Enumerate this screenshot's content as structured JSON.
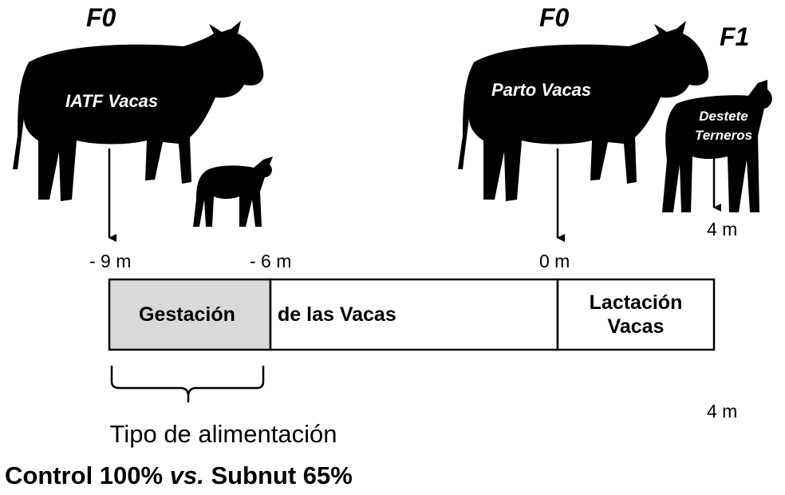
{
  "generations": {
    "left_f0": "F0",
    "right_f0": "F0",
    "right_f1": "F1"
  },
  "events": {
    "iatf": "IATF Vacas",
    "parto": "Parto Vacas",
    "destete_line1": "Destete",
    "destete_line2": "Terneros"
  },
  "ticks": {
    "minus9": "- 9 m",
    "minus6": "- 6 m",
    "zero": "0 m",
    "four_upper": "4 m",
    "four_lower": "4 m"
  },
  "timeline": {
    "gestacion": "Gestación",
    "de_las_vacas": "de las Vacas",
    "lactacion_line1": "Lactación",
    "lactacion_line2": "Vacas",
    "highlight_color": "#d9d9d9"
  },
  "treatment": {
    "title": "Tipo de alimentación",
    "control": "Control 100% ",
    "vs": "vs.",
    "subnut": " Subnut 65%"
  },
  "icons": [
    "cow-silhouette-icon",
    "calf-silhouette-icon",
    "arrow-down-icon",
    "curly-brace-icon"
  ]
}
